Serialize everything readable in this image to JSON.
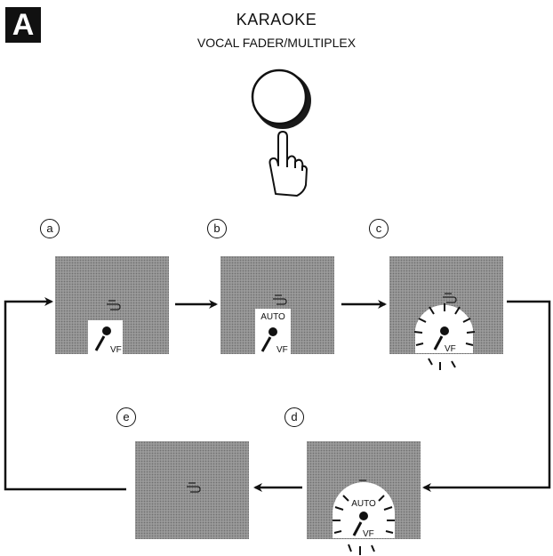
{
  "badge": "A",
  "title": "KARAOKE",
  "subtitle": "VOCAL FADER/MULTIPLEX",
  "steps": [
    {
      "id": "a",
      "label": "a",
      "auto": "",
      "vf": "VF",
      "flash": false
    },
    {
      "id": "b",
      "label": "b",
      "auto": "AUTO",
      "vf": "VF",
      "flash": false
    },
    {
      "id": "c",
      "label": "c",
      "auto": "",
      "vf": "VF",
      "flash": true
    },
    {
      "id": "d",
      "label": "d",
      "auto": "AUTO",
      "vf": "VF",
      "flash": true
    },
    {
      "id": "e",
      "label": "e",
      "auto": "",
      "vf": "",
      "flash": false
    }
  ],
  "icons": {
    "button": "round-button-icon",
    "hand": "pointing-hand-icon",
    "microphone": "microphone-icon",
    "tv_symbol": "tv-symbol-icon",
    "flash": "flash-rays-icon"
  },
  "colors": {
    "screen": "#9a9a9a",
    "ink": "#111111",
    "paper": "#ffffff"
  }
}
